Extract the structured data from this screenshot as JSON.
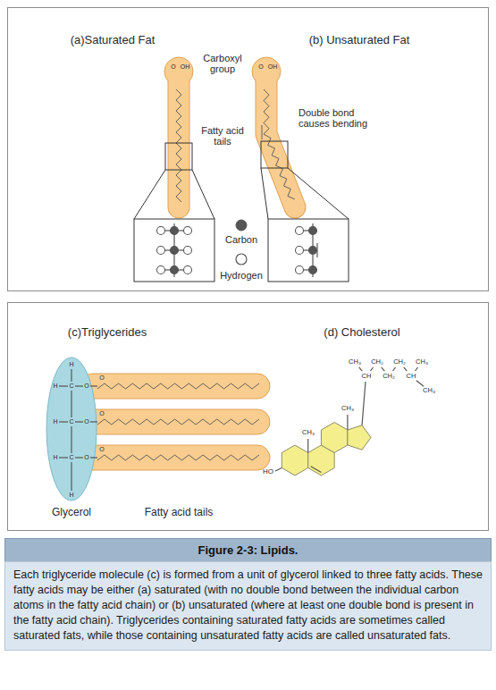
{
  "diagram": {
    "title": "Figure 2-3: Lipids.",
    "caption": "Each triglyceride molecule (c) is formed from a unit of glycerol linked to three fatty acids. These fatty acids may be either (a) saturated (with no double bond between the individual carbon atoms in the fatty acid chain) or (b) unsaturated (where at least one double bond is present in the fatty acid chain). Triglycerides containing saturated fatty acids are sometimes called saturated fats, while those containing unsaturated fatty acids are called unsaturated fats.",
    "nodes": [
      {
        "text": [
          "(a)Saturated Fat",
          "(b) Unsaturated Fat",
          "Carboxyl group",
          "Fatty acid tails",
          "Double bond causes bending"
        ]
      },
      {
        "text": [
          "(c)Triglycerides",
          "(d) Cholesterol",
          "Glycerol",
          "Fatty acid tails"
        ]
      }
    ],
    "labels": [
      "O",
      "OH",
      "O",
      "OH",
      "H",
      "H",
      "C",
      "O",
      "H",
      "C",
      "O",
      "H",
      "C",
      "O",
      "H",
      "O",
      "O",
      "O",
      "CH₃",
      "CH₂",
      "CH₂",
      "CH₃",
      "CH",
      "CH₂",
      "CH",
      "CH₃",
      "CH₃",
      "CH₃",
      "HO"
    ],
    "legend": [
      {
        "text": "Carbon"
      },
      {
        "text": "Hydrogen"
      }
    ]
  }
}
